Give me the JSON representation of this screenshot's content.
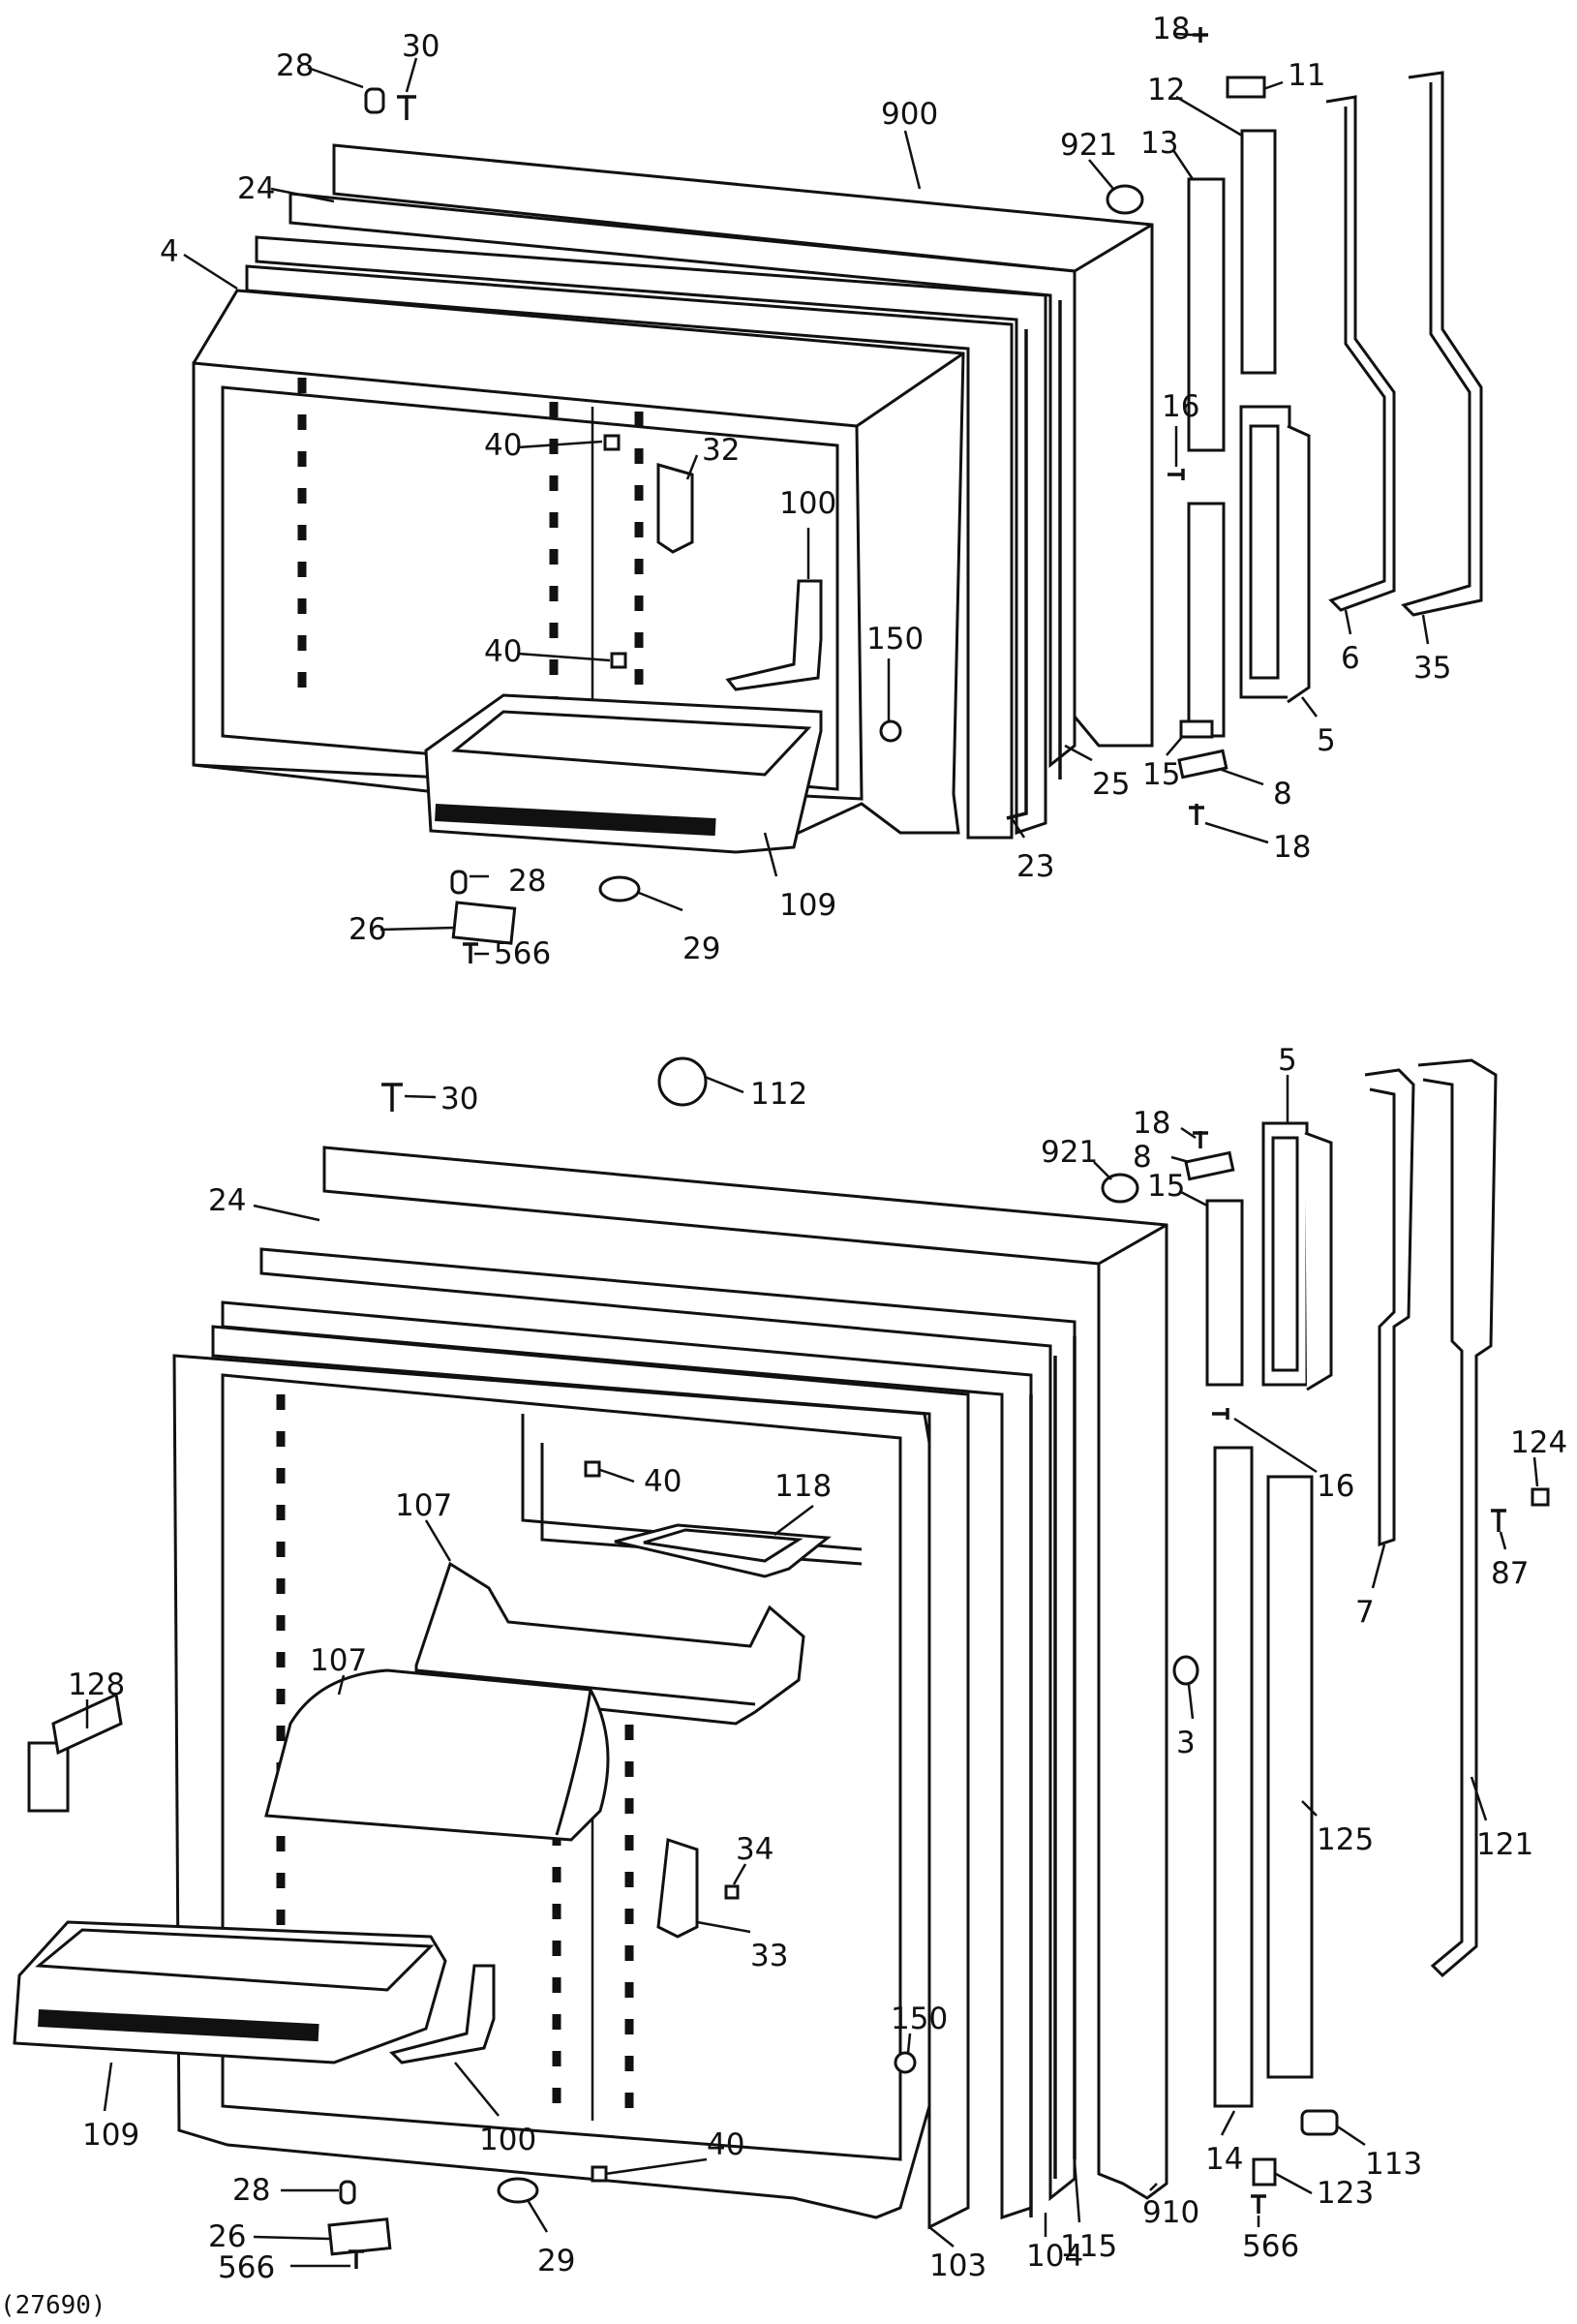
{
  "top_door": {
    "labels": [
      {
        "text": "28"
      },
      {
        "text": "30"
      },
      {
        "text": "900"
      },
      {
        "text": "921"
      },
      {
        "text": "24"
      },
      {
        "text": "4"
      },
      {
        "text": "40"
      },
      {
        "text": "32"
      },
      {
        "text": "100"
      },
      {
        "text": "40"
      },
      {
        "text": "150"
      },
      {
        "text": "109"
      },
      {
        "text": "28"
      },
      {
        "text": "26"
      },
      {
        "text": "566"
      },
      {
        "text": "29"
      },
      {
        "text": "23"
      },
      {
        "text": "25"
      },
      {
        "text": "18"
      },
      {
        "text": "11"
      },
      {
        "text": "12"
      },
      {
        "text": "13"
      },
      {
        "text": "16"
      },
      {
        "text": "6"
      },
      {
        "text": "35"
      },
      {
        "text": "5"
      },
      {
        "text": "15"
      },
      {
        "text": "8"
      },
      {
        "text": "18"
      }
    ]
  },
  "bottom_door": {
    "labels": [
      {
        "text": "30"
      },
      {
        "text": "112"
      },
      {
        "text": "18"
      },
      {
        "text": "5"
      },
      {
        "text": "8"
      },
      {
        "text": "921"
      },
      {
        "text": "15"
      },
      {
        "text": "24"
      },
      {
        "text": "40"
      },
      {
        "text": "118"
      },
      {
        "text": "107"
      },
      {
        "text": "107"
      },
      {
        "text": "128"
      },
      {
        "text": "16"
      },
      {
        "text": "124"
      },
      {
        "text": "87"
      },
      {
        "text": "7"
      },
      {
        "text": "3"
      },
      {
        "text": "34"
      },
      {
        "text": "33"
      },
      {
        "text": "125"
      },
      {
        "text": "121"
      },
      {
        "text": "150"
      },
      {
        "text": "109"
      },
      {
        "text": "100"
      },
      {
        "text": "40"
      },
      {
        "text": "113"
      },
      {
        "text": "14"
      },
      {
        "text": "123"
      },
      {
        "text": "910"
      },
      {
        "text": "566"
      },
      {
        "text": "115"
      },
      {
        "text": "28"
      },
      {
        "text": "26"
      },
      {
        "text": "566"
      },
      {
        "text": "29"
      },
      {
        "text": "103"
      },
      {
        "text": "104"
      }
    ]
  },
  "footer_text": "(27690)"
}
